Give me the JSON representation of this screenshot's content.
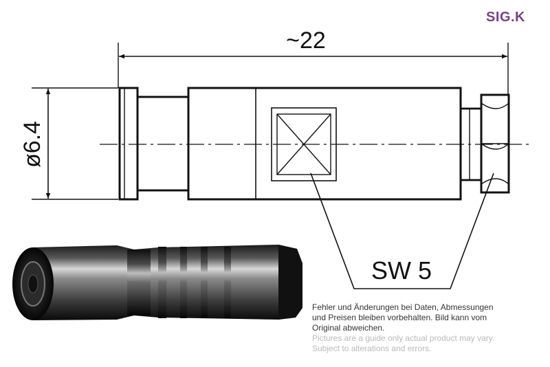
{
  "brand": {
    "text": "SIG.K",
    "color": "#7a3f8f"
  },
  "dimensions": {
    "length": "~22",
    "diameter": "ø6.4",
    "wrench_size": "SW 5"
  },
  "notes": {
    "german_line1": "Fehler und Änderungen bei Daten, Abmessungen",
    "german_line2": "und Preisen bleiben vorbehalten. Bild kann vom",
    "german_line3": "Original abweichen.",
    "english_line1": "Pictures are a guide only actual product may vary.",
    "english_line2": "Subject to alterations and errors."
  },
  "colors": {
    "line": "#111111",
    "note_de": "#333333",
    "note_en": "#b9b9b9"
  }
}
